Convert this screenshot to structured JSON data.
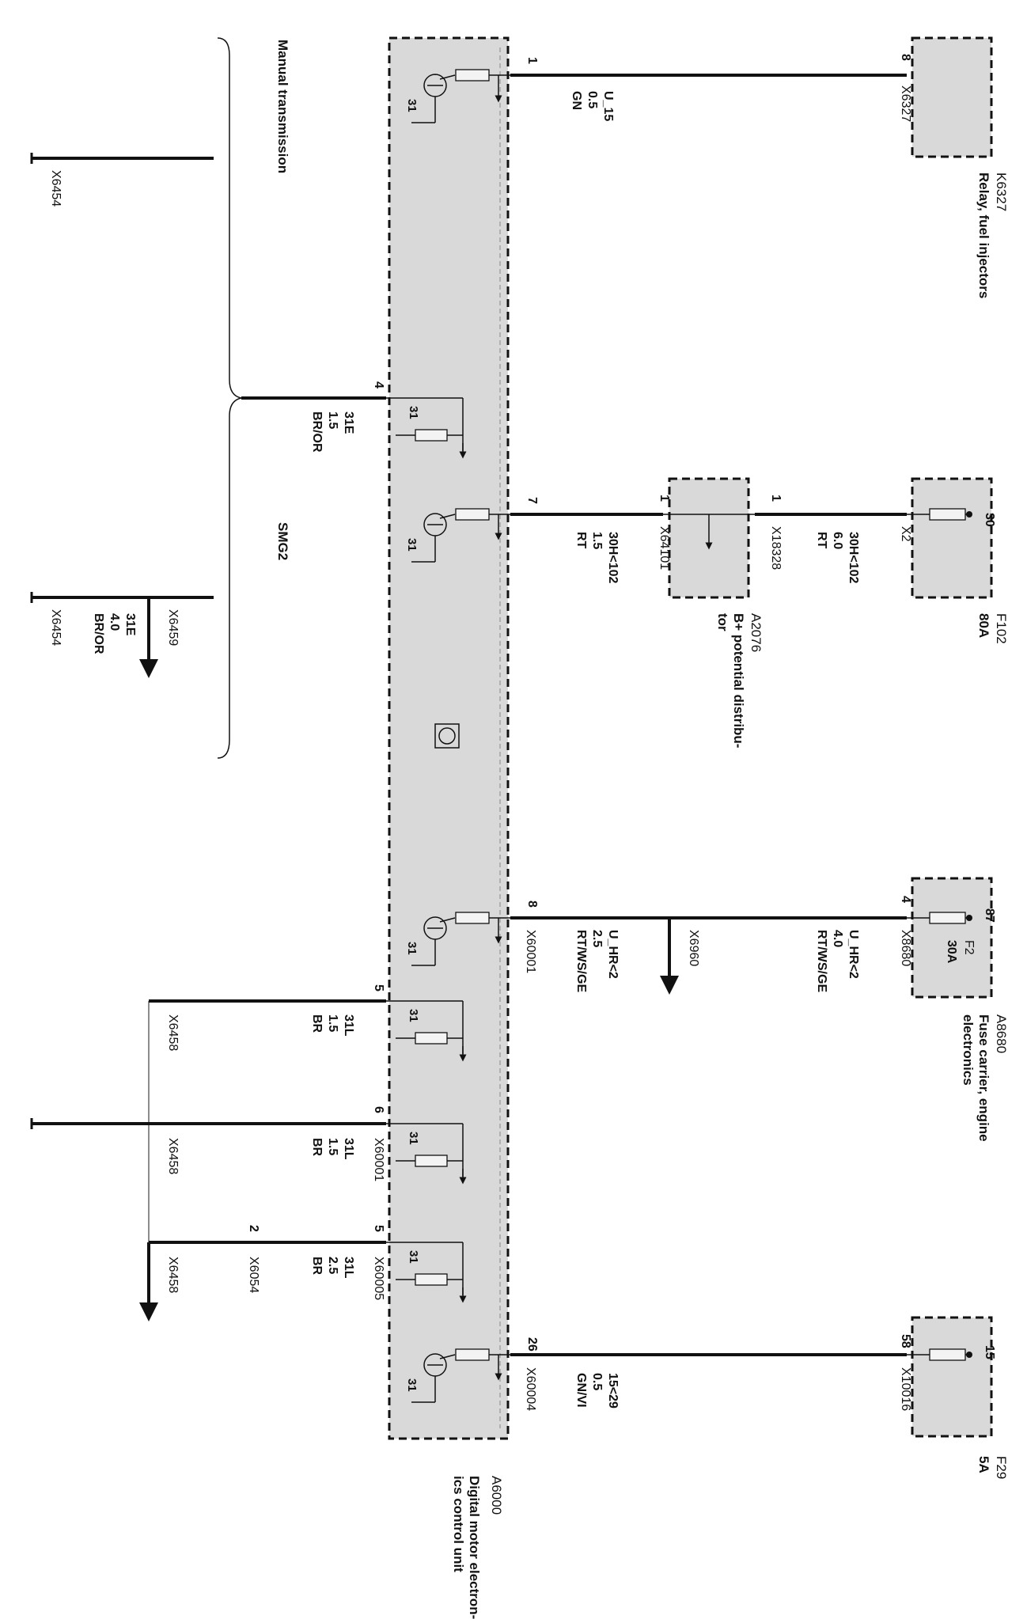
{
  "colors": {
    "module_fill": "#d9d9d9",
    "stroke": "#111111",
    "thin": "#666666"
  },
  "brace_labels": {
    "manual": "Manual transmission",
    "smg": "SMG2"
  },
  "modules": {
    "dme": {
      "ref": "A6000",
      "name_1": "Digital motor electron-",
      "name_2": "ics control unit"
    },
    "relay": {
      "ref": "K6327",
      "name": "Relay, fuel injectors",
      "connector": "X6327",
      "pin": "8"
    },
    "fuse_f102": {
      "ref": "F102",
      "rating": "80A",
      "connector": "X2",
      "pin": "30"
    },
    "bplus": {
      "ref": "A2076",
      "name_1": "B+ potential distribu-",
      "name_2": "tor",
      "conn_left": "X64101",
      "conn_right": "X18328",
      "pin_left": "1",
      "pin_right": "1"
    },
    "fuse_carrier": {
      "ref": "A8680",
      "name_1": "Fuse carrier, engine",
      "name_2": "electronics",
      "fuse": "F2",
      "rating": "30A",
      "connector": "X8680",
      "pin_outer": "4",
      "pin_inner": "87"
    },
    "fuse_f29": {
      "ref": "F29",
      "rating": "5A",
      "connector": "X10016",
      "pin_outer": "58",
      "pin_inner": "15"
    }
  },
  "wires": {
    "w1": {
      "pin": "1",
      "signal": "U_15",
      "size": "0.5",
      "color": "GN"
    },
    "w4": {
      "pin": "4",
      "signal": "31E",
      "size": "1.5",
      "color": "BR/OR"
    },
    "w7": {
      "pin": "7",
      "signal": "30H<102",
      "size": "1.5",
      "color": "RT"
    },
    "w7b": {
      "signal": "30H<102",
      "size": "6.0",
      "color": "RT"
    },
    "w8": {
      "pin": "8",
      "connector": "X60001",
      "signal": "U_HR<2",
      "size": "2.5",
      "color": "RT/WS/GE"
    },
    "w8b": {
      "signal": "U_HR<2",
      "size": "4.0",
      "color": "RT/WS/GE",
      "branch": "X6960"
    },
    "w5a": {
      "pin": "5",
      "signal": "31L",
      "size": "1.5",
      "color": "BR",
      "far": "X6458"
    },
    "w6": {
      "pin": "6",
      "connector": "X60001",
      "signal": "31L",
      "size": "1.5",
      "color": "BR",
      "far": "X6458"
    },
    "w5b": {
      "pin": "5",
      "connector": "X60005",
      "signal": "31L",
      "size": "2.5",
      "color": "BR",
      "mid_pin": "2",
      "mid_conn": "X6054",
      "far": "X6458"
    },
    "w26": {
      "pin": "26",
      "connector": "X60004",
      "signal": "15<29",
      "size": "0.5",
      "color": "GN/VI"
    }
  },
  "ground_labels": {
    "x6454_top": "X6454",
    "x6454_mid": "X6454",
    "x6459": "X6459",
    "smg_gnd_signal": "31E",
    "smg_gnd_size": "4.0",
    "smg_gnd_color": "BR/OR"
  },
  "transistor_label": "31",
  "internal_ground_label": "31"
}
